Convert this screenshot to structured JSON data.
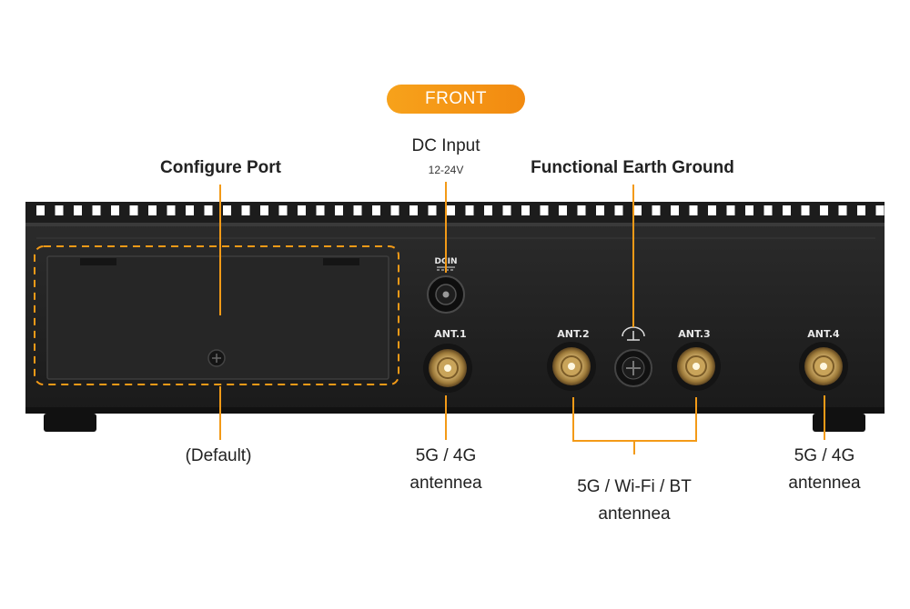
{
  "badge": {
    "front": "FRONT"
  },
  "labels": {
    "configure_port": "Configure Port",
    "dc_input": "DC Input",
    "dc_voltage": "12-24V",
    "functional_earth": "Functional Earth Ground",
    "default": "(Default)",
    "ant1_caption_line1": "5G / 4G",
    "ant1_caption_line2": "antennea",
    "ant23_caption_line1": "5G / Wi-Fi / BT",
    "ant23_caption_line2": "antennea",
    "ant4_caption_line1": "5G / 4G",
    "ant4_caption_line2": "antennea"
  },
  "device": {
    "dc_port_marking": "DCIN",
    "ant1": "ANT.1",
    "ant2": "ANT.2",
    "ant3": "ANT.3",
    "ant4": "ANT.4"
  },
  "colors": {
    "accent": "#f39a17",
    "chassis": "#1e1e1e",
    "gold": "#c9a45a"
  }
}
